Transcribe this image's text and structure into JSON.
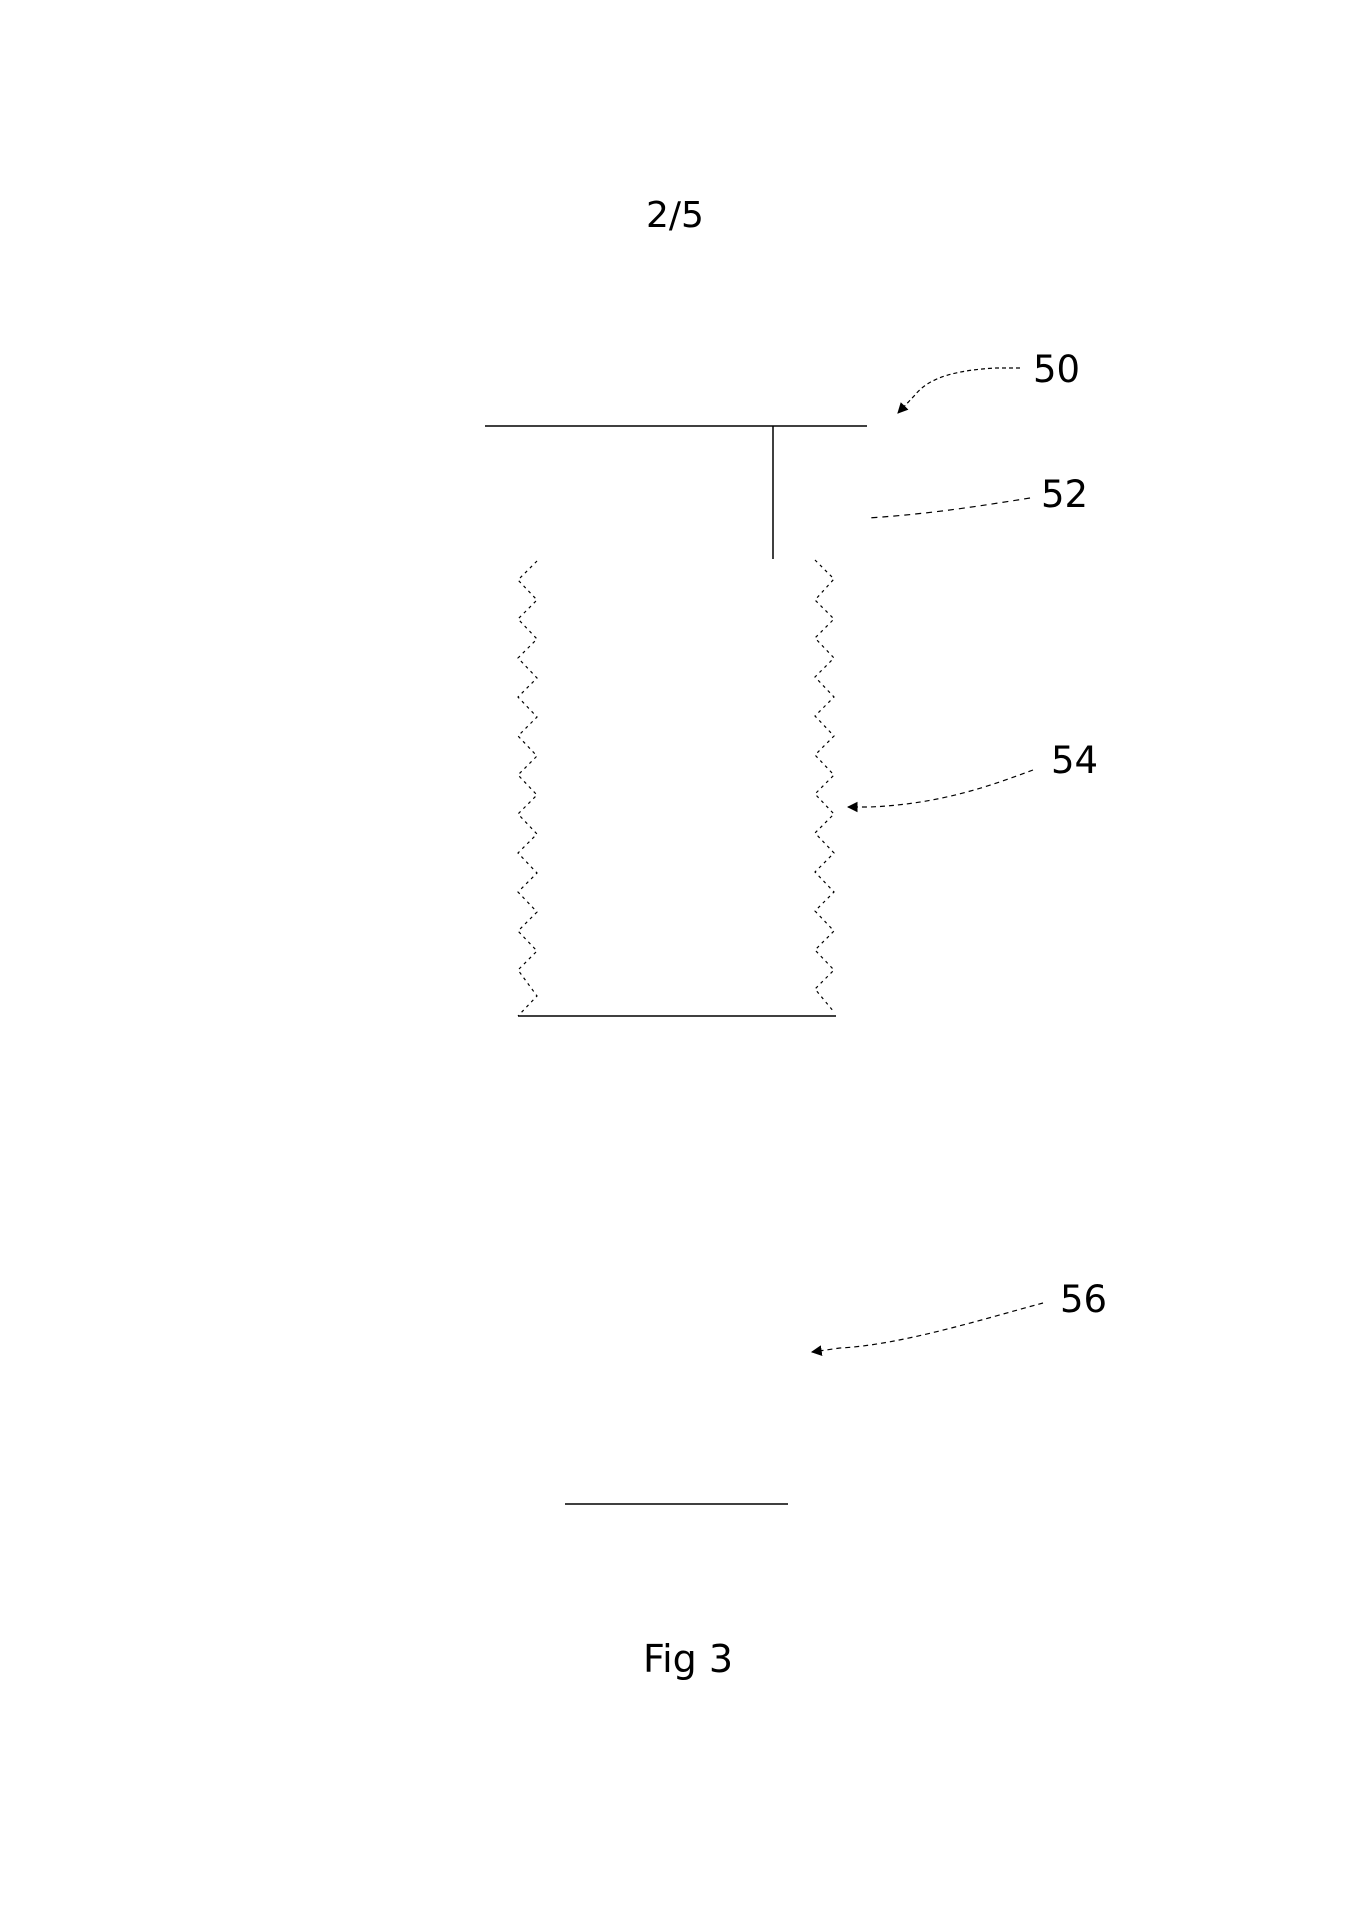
{
  "page": {
    "sheet_number": "2/5",
    "caption": "Fig 3"
  },
  "reference_numerals": {
    "top_bar": "50",
    "stem": "52",
    "threaded_body": "54",
    "bottom_part": "56"
  },
  "colors": {
    "background": "#ffffff",
    "ink": "#000000"
  }
}
